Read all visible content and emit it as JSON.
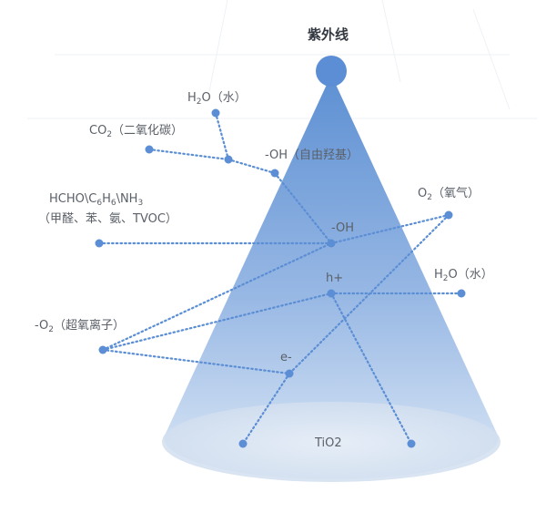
{
  "title": "紫外线",
  "base_label": "TiO2",
  "labels": {
    "h2o_top": {
      "main": "H",
      "sub": "2",
      "rest": "O（水）"
    },
    "co2": {
      "main": "CO",
      "sub": "2",
      "rest": "（二氧化碳）"
    },
    "oh_radical": "-OH（自由羟基）",
    "vocs_line1": {
      "a": "HCHO\\C",
      "s1": "6",
      "b": "H",
      "s2": "6",
      "c": "\\NH",
      "s3": "3"
    },
    "vocs_line2": "（甲醛、苯、氨、TVOC）",
    "o2": {
      "main": "O",
      "sub": "2",
      "rest": "（氧气）"
    },
    "oh": "-OH",
    "hplus": "h+",
    "h2o_right": {
      "main": "H",
      "sub": "2",
      "rest": "O（水）"
    },
    "superoxide": {
      "main": "-O",
      "sub": "2",
      "rest": "（超氧离子）"
    },
    "electron": "e-"
  },
  "colors": {
    "beam_top": "#4f86cf",
    "beam_bottom": "#d9e6f5",
    "node": "#5b8ed4",
    "line": "#5b8ed4",
    "sun": "#5b8ed4",
    "grid": "#eef1f5"
  }
}
